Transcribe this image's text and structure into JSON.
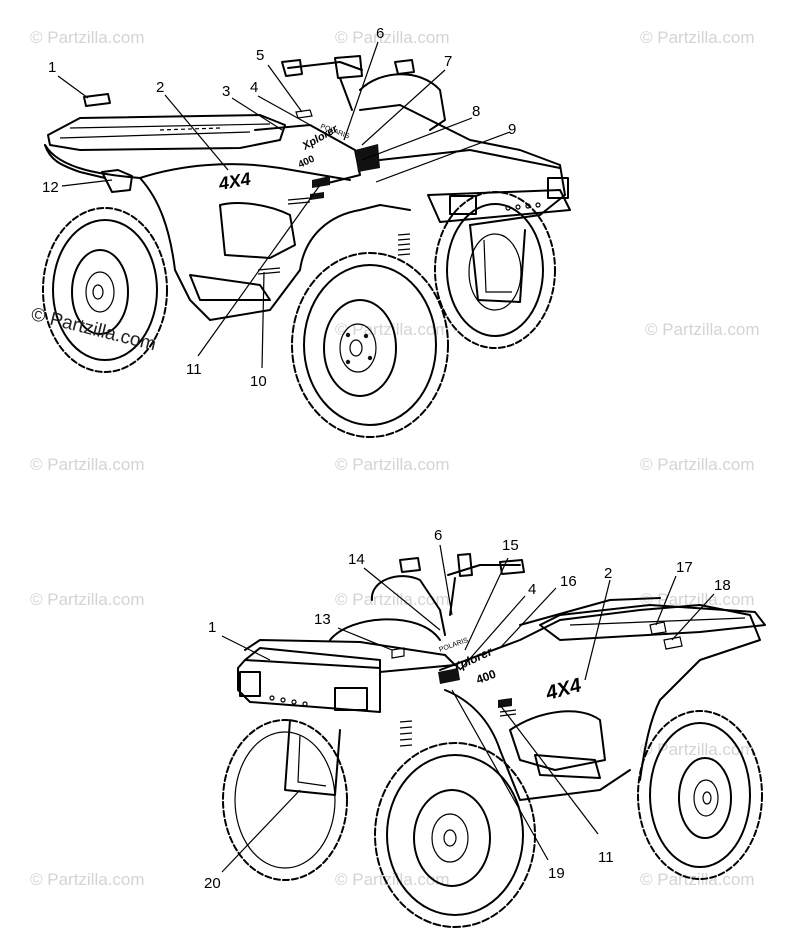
{
  "watermarks": [
    "© Partzilla.com",
    "© Partzilla.com",
    "© Partzilla.com",
    "© Partzilla.com",
    "© Partzilla.com",
    "© Partzilla.com",
    "© Partzilla.com",
    "© Partzilla.com",
    "© Partzilla.com",
    "© Partzilla.com",
    "© Partzilla.com",
    "© Partzilla.com",
    "© Partzilla.com",
    "© Partzilla.com",
    "© Partzilla.com"
  ],
  "watermark_main": "© Partzilla.com",
  "top_view": {
    "callouts": [
      "1",
      "2",
      "3",
      "4",
      "5",
      "6",
      "7",
      "8",
      "9",
      "10",
      "11",
      "12"
    ]
  },
  "bottom_view": {
    "callouts": [
      "1",
      "2",
      "4",
      "6",
      "11",
      "13",
      "14",
      "15",
      "16",
      "17",
      "18",
      "19",
      "20"
    ]
  },
  "decal_text": {
    "brand": "POLARIS",
    "model": "Xplorer",
    "displacement": "400",
    "drive": "4X4"
  },
  "colors": {
    "line": "#000000",
    "watermark": "#d4d4d4",
    "background": "#ffffff"
  }
}
